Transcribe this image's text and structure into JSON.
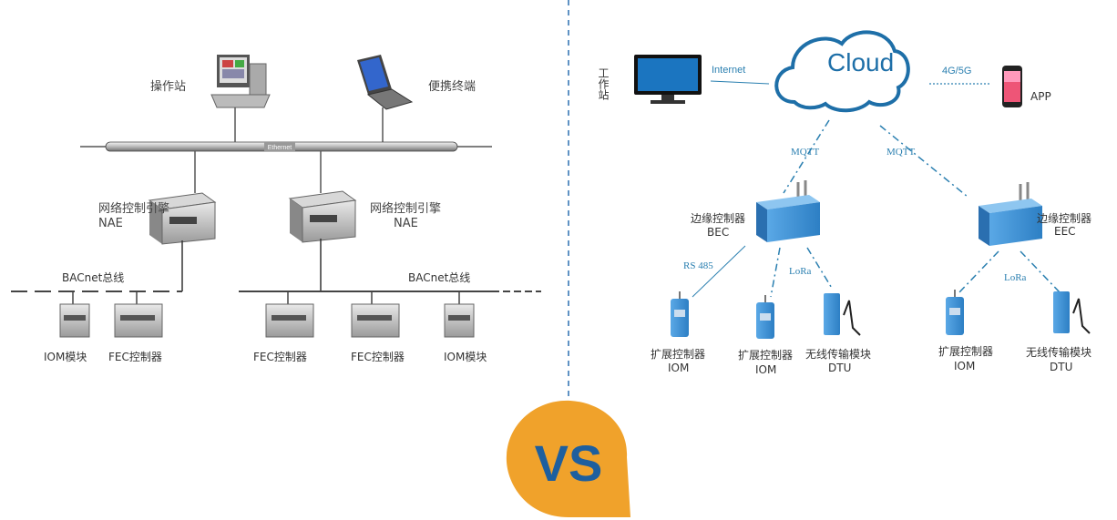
{
  "left": {
    "operator_station": "操作站",
    "portable_terminal": "便携终端",
    "ethernet": "Ethernet",
    "nae_left_cn": "网络控制引擎",
    "nae_left_en": "NAE",
    "nae_right_cn": "网络控制引擎",
    "nae_right_en": "NAE",
    "bacnet_left": "BACnet总线",
    "bacnet_right": "BACnet总线",
    "devices": [
      "IOM模块",
      "FEC控制器",
      "FEC控制器",
      "FEC控制器",
      "IOM模块"
    ]
  },
  "right": {
    "workstation": "工作站",
    "cloud": "Cloud",
    "internet": "Internet",
    "net_4g5g": "4G/5G",
    "app": "APP",
    "mqtt_left": "MQTT",
    "mqtt_right": "MQTT",
    "bec_cn": "边缘控制器",
    "bec_en": "BEC",
    "eec_cn": "边缘控制器",
    "eec_en": "EEC",
    "rs485": "RS 485",
    "lora_left": "LoRa",
    "lora_right": "LoRa",
    "devices_cn": [
      "扩展控制器",
      "扩展控制器",
      "无线传输模块",
      "扩展控制器",
      "无线传输模块"
    ],
    "devices_en": [
      "IOM",
      "IOM",
      "DTU",
      "IOM",
      "DTU"
    ]
  },
  "vs": "VS",
  "colors": {
    "cloud_blue": "#1e6fa8",
    "vs_orange": "#f0a22b",
    "vs_text": "#1e5f9e",
    "device_blue": "#3d8fd1"
  }
}
